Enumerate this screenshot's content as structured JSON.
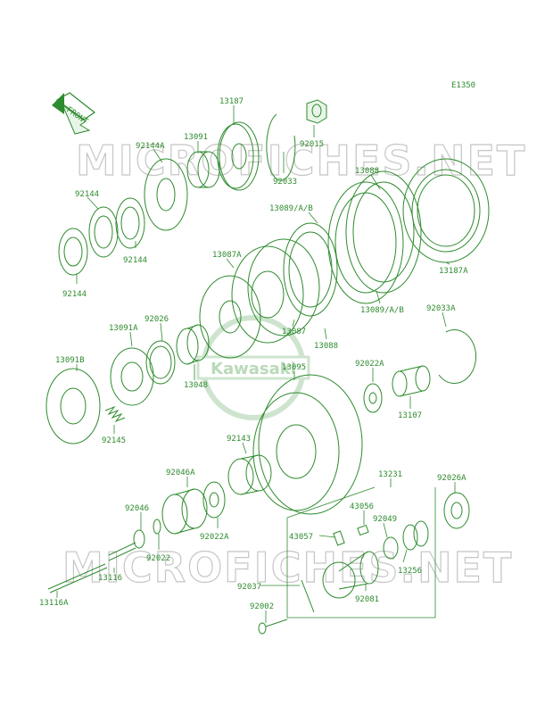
{
  "diagram": {
    "code": "E1350",
    "front_arrow_label": "FRONT",
    "brand_logo_text": "Kawasaki",
    "watermark_text": "MICROFICHES.NET",
    "colors": {
      "ink": "#2e8b2e",
      "watermark": "#c6c6c6",
      "background": "#ffffff"
    },
    "parts": [
      {
        "id": "13187",
        "label": "13187"
      },
      {
        "id": "13091",
        "label": "13091"
      },
      {
        "id": "92144A",
        "label": "92144A"
      },
      {
        "id": "92015",
        "label": "92015"
      },
      {
        "id": "92033",
        "label": "92033"
      },
      {
        "id": "13088a",
        "label": "13088"
      },
      {
        "id": "92144a",
        "label": "92144"
      },
      {
        "id": "92144b",
        "label": "92144"
      },
      {
        "id": "92144c",
        "label": "92144"
      },
      {
        "id": "13089AB1",
        "label": "13089/A/B"
      },
      {
        "id": "13087A",
        "label": "13087A"
      },
      {
        "id": "13187A",
        "label": "13187A"
      },
      {
        "id": "13091A",
        "label": "13091A"
      },
      {
        "id": "92026",
        "label": "92026"
      },
      {
        "id": "13089AB2",
        "label": "13089/A/B"
      },
      {
        "id": "92033A",
        "label": "92033A"
      },
      {
        "id": "13087",
        "label": "13087"
      },
      {
        "id": "13088b",
        "label": "13088"
      },
      {
        "id": "13091B",
        "label": "13091B"
      },
      {
        "id": "13095",
        "label": "13095"
      },
      {
        "id": "92022A",
        "label": "92022A"
      },
      {
        "id": "13048",
        "label": "13048"
      },
      {
        "id": "13107",
        "label": "13107"
      },
      {
        "id": "92145",
        "label": "92145"
      },
      {
        "id": "92143",
        "label": "92143"
      },
      {
        "id": "92046A",
        "label": "92046A"
      },
      {
        "id": "13231",
        "label": "13231"
      },
      {
        "id": "92026A",
        "label": "92026A"
      },
      {
        "id": "92046",
        "label": "92046"
      },
      {
        "id": "43056",
        "label": "43056"
      },
      {
        "id": "92049",
        "label": "92049"
      },
      {
        "id": "43057",
        "label": "43057"
      },
      {
        "id": "92022A2",
        "label": "92022A"
      },
      {
        "id": "92022",
        "label": "92022"
      },
      {
        "id": "13256",
        "label": "13256"
      },
      {
        "id": "13116",
        "label": "13116"
      },
      {
        "id": "92037",
        "label": "92037"
      },
      {
        "id": "92081",
        "label": "92081"
      },
      {
        "id": "13116A",
        "label": "13116A"
      },
      {
        "id": "92002",
        "label": "92002"
      }
    ]
  }
}
